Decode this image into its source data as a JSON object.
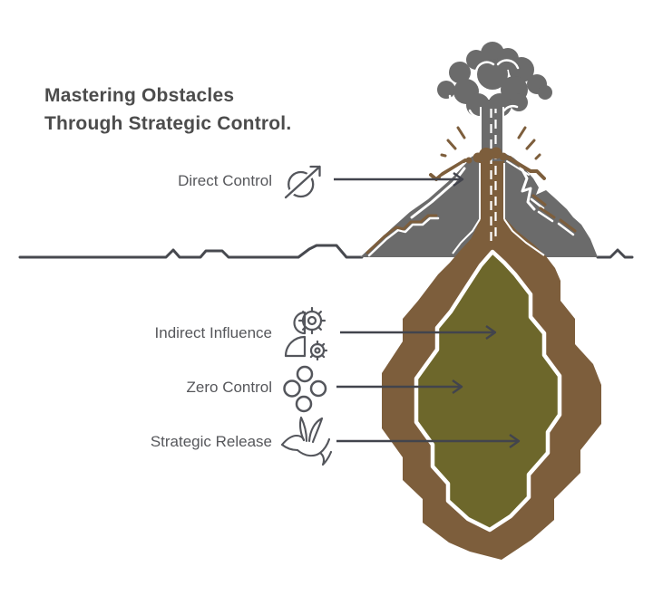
{
  "title": {
    "line1": "Mastering Obstacles",
    "line2": "Through Strategic Control."
  },
  "labels": {
    "direct_control": "Direct Control",
    "indirect_influence": "Indirect Influence",
    "zero_control": "Zero Control",
    "strategic_release": "Strategic Release"
  },
  "icons": {
    "direct_control": "circle-arrow-icon",
    "indirect_influence": "person-gears-icon",
    "zero_control": "four-circles-icon",
    "strategic_release": "hummingbird-icon"
  },
  "colors": {
    "mountain_gray": "#6b6b6b",
    "magma_brown": "#7d5e3c",
    "chamber_olive": "#6d672b",
    "ground_line": "#47494f",
    "arrow_line": "#42444d",
    "icon_stroke": "#54565c",
    "title_text": "#4c4c4c",
    "label_text": "#56575b",
    "background": "#ffffff"
  }
}
